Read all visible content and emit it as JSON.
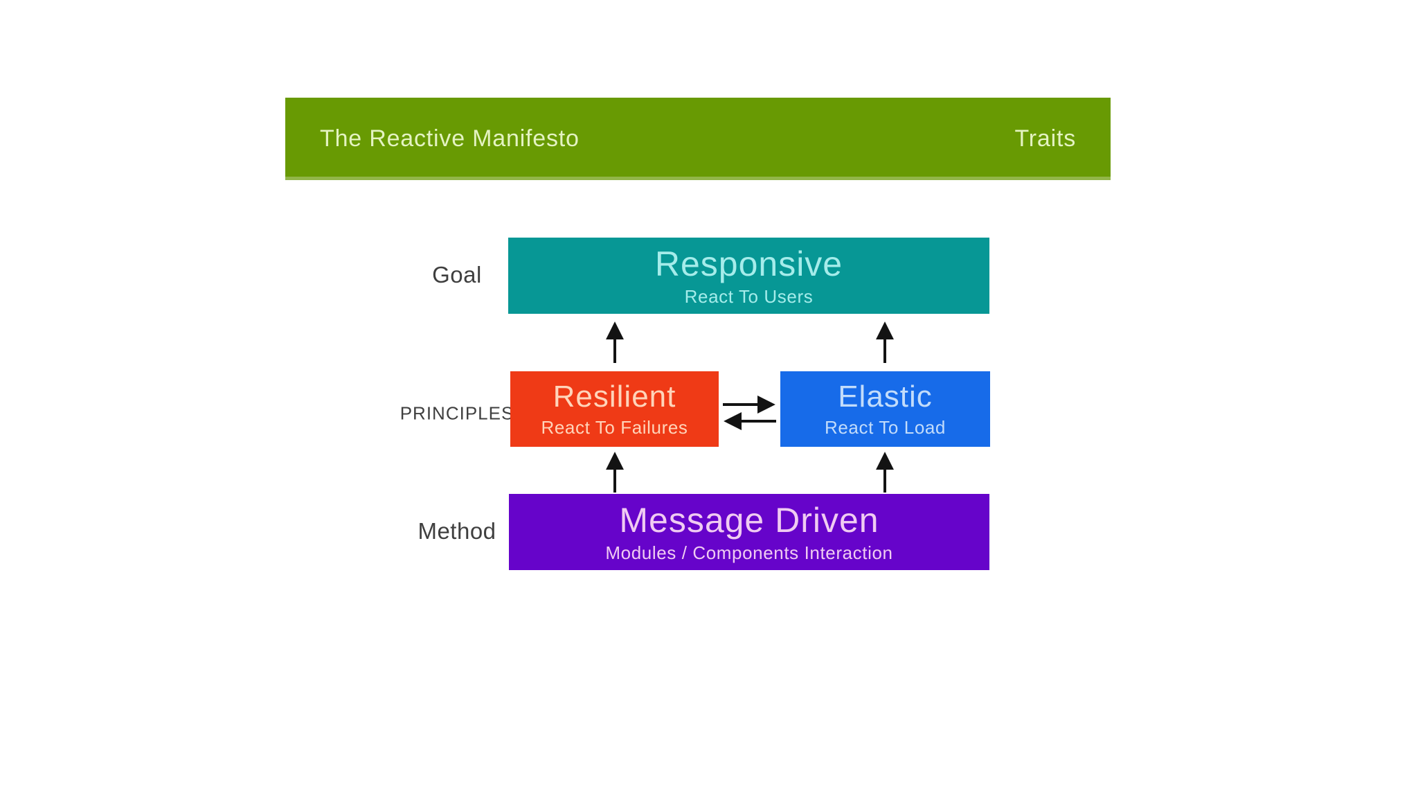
{
  "page": {
    "background": "#ffffff"
  },
  "header": {
    "title": "The Reactive Manifesto",
    "right_label": "Traits",
    "bg_color": "#689a03",
    "text_color": "#e4f3c2"
  },
  "diagram": {
    "label_color": "#3f3f3f",
    "arrow_color": "#131313",
    "row_labels": [
      {
        "id": "goal",
        "text": "Goal"
      },
      {
        "id": "principles",
        "text": "PRINCIPLES"
      },
      {
        "id": "method",
        "text": "Method"
      }
    ],
    "boxes": {
      "responsive": {
        "title": "Responsive",
        "subtitle": "React To Users",
        "row_label": "Goal",
        "bg_color": "#079795",
        "text_color": "#a5ecea"
      },
      "resilient": {
        "title": "Resilient",
        "subtitle": "React To Failures",
        "row_label": "PRINCIPLES",
        "bg_color": "#ef3a16",
        "text_color": "#ffd4ba"
      },
      "elastic": {
        "title": "Elastic",
        "subtitle": "React To Load",
        "row_label": "PRINCIPLES",
        "bg_color": "#176be9",
        "text_color": "#c2dcfb"
      },
      "message_driven": {
        "title": "Message Driven",
        "subtitle": "Modules / Components Interaction",
        "row_label": "Method",
        "bg_color": "#6604ca",
        "text_color": "#f0cbf2"
      }
    },
    "connections": [
      {
        "from": "resilient",
        "to": "responsive",
        "direction": "up"
      },
      {
        "from": "elastic",
        "to": "responsive",
        "direction": "up"
      },
      {
        "from": "resilient",
        "to": "elastic",
        "direction": "right"
      },
      {
        "from": "elastic",
        "to": "resilient",
        "direction": "left"
      },
      {
        "from": "message_driven",
        "to": "resilient",
        "direction": "up"
      },
      {
        "from": "message_driven",
        "to": "elastic",
        "direction": "up"
      }
    ]
  }
}
